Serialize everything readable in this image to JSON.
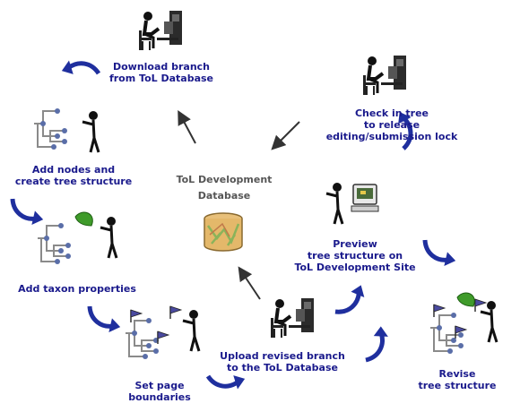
{
  "center": {
    "title_line1": "ToL Development",
    "title_line2": "Database"
  },
  "steps": {
    "download": {
      "line1": "Download branch",
      "line2": "from ToL Database"
    },
    "checkin": {
      "line1": "Check in tree",
      "line2": "to release",
      "line3": "editing/submission lock"
    },
    "add_nodes": {
      "line1": "Add nodes and",
      "line2": "create tree structure"
    },
    "add_taxon": {
      "line1": "Add taxon properties"
    },
    "preview": {
      "line1": "Preview",
      "line2": "tree structure on",
      "line3": "ToL Development Site"
    },
    "boundaries": {
      "line1": "Set page",
      "line2": "boundaries"
    },
    "upload": {
      "line1": "Upload revised branch",
      "line2": "to the ToL Database"
    },
    "revise": {
      "line1": "Revise",
      "line2": "tree structure"
    }
  },
  "colors": {
    "label_text": "#1a1a8c",
    "cycle_arrow": "#1f2f9e",
    "db_arrow": "#333333",
    "leaf": "#3f9b2a",
    "tree_lines": "#8a8a8a",
    "tree_nodes": "#5a6ea8",
    "flag": "#4a4aa0"
  },
  "icons": [
    "person-at-computer-icon",
    "person-with-tree-icon",
    "person-with-leaf-icon",
    "person-viewing-monitor-icon",
    "person-with-flags-icon",
    "database-icon"
  ]
}
